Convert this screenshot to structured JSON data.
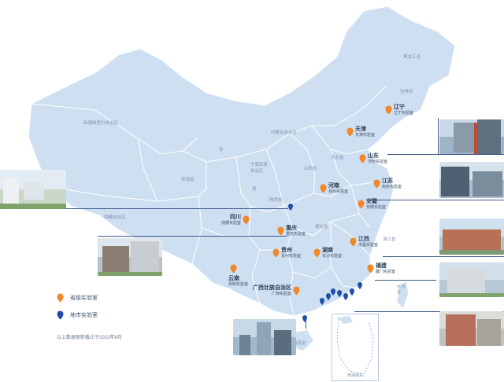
{
  "regions": {
    "xinjiang": "新疆维吾尔自治区",
    "tibet": "西藏自治区",
    "inner_mongolia": "内蒙古自治区",
    "heilongjiang": "黑龙江省",
    "jilin": "吉林省",
    "qinghai": "青海省",
    "gansu": "甘",
    "ningxia": "宁夏回族自治区",
    "shanxi": "山西省",
    "hebei": "河北省",
    "shaanxi": "陕西省",
    "hubei": "湖北省",
    "zhejiang": "浙江省",
    "taiwan": "台湾省",
    "hainan": "海南省",
    "hebei_short": "肃",
    "nanhai": "南海诸岛"
  },
  "labs": [
    {
      "city": "辽宁",
      "lab": "辽宁实验室",
      "type": "province"
    },
    {
      "city": "天津",
      "lab": "天津实验室",
      "type": "province"
    },
    {
      "city": "山东",
      "lab": "济南实验室",
      "type": "province"
    },
    {
      "city": "江苏",
      "lab": "南京实验室",
      "type": "province"
    },
    {
      "city": "河南",
      "lab": "郑州实验室",
      "type": "province"
    },
    {
      "city": "安徽",
      "lab": "安徽实验室",
      "type": "province"
    },
    {
      "city": "四川",
      "lab": "成都实验室",
      "type": "province"
    },
    {
      "city": "重庆",
      "lab": "重庆实验室",
      "type": "province"
    },
    {
      "city": "湖南",
      "lab": "长沙实验室",
      "type": "province"
    },
    {
      "city": "江西",
      "lab": "南昌实验室",
      "type": "province"
    },
    {
      "city": "贵州",
      "lab": "贵州实验室",
      "type": "province"
    },
    {
      "city": "福建",
      "lab": "厦门实验室",
      "type": "province"
    },
    {
      "city": "云南",
      "lab": "昆明实验室",
      "type": "province"
    },
    {
      "city": "广西壮族自治区",
      "lab": "广西实验室",
      "type": "province"
    }
  ],
  "legend": {
    "province_label": "省级实验室",
    "city_label": "地市实验室",
    "note": "以上数据更新截止于2022年6月",
    "province_color": "#f0872a",
    "city_color": "#1f4fa8"
  },
  "map_colors": {
    "land": "#cfdff2",
    "border": "#ffffff"
  }
}
